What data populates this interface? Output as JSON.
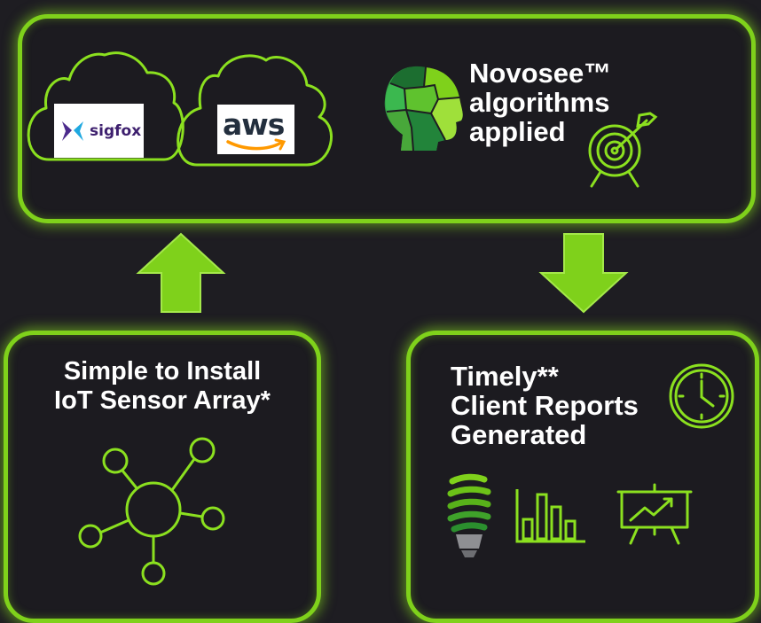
{
  "top_panel": {
    "logos": {
      "sigfox": "sigfox",
      "aws": "aws"
    },
    "algorithm_text": [
      "Novosee™",
      "algorithms",
      "applied"
    ]
  },
  "left_panel": {
    "text": [
      "Simple to Install",
      "IoT Sensor Array*"
    ]
  },
  "right_panel": {
    "text": [
      "Timely**",
      "Client Reports",
      "Generated"
    ]
  },
  "icons": {
    "clouds": "cloud-outline-icon",
    "head": "puzzle-head-icon",
    "target": "target-arrow-icon",
    "network": "sensor-network-icon",
    "clock": "clock-icon",
    "bulb": "lightbulb-icon",
    "bar_chart": "bar-chart-icon",
    "presentation": "presentation-board-icon",
    "arrow_up": "arrow-up-icon",
    "arrow_down": "arrow-down-icon"
  },
  "colors": {
    "accent": "#7fd11b",
    "background": "#1e1d22",
    "text": "#ffffff"
  }
}
